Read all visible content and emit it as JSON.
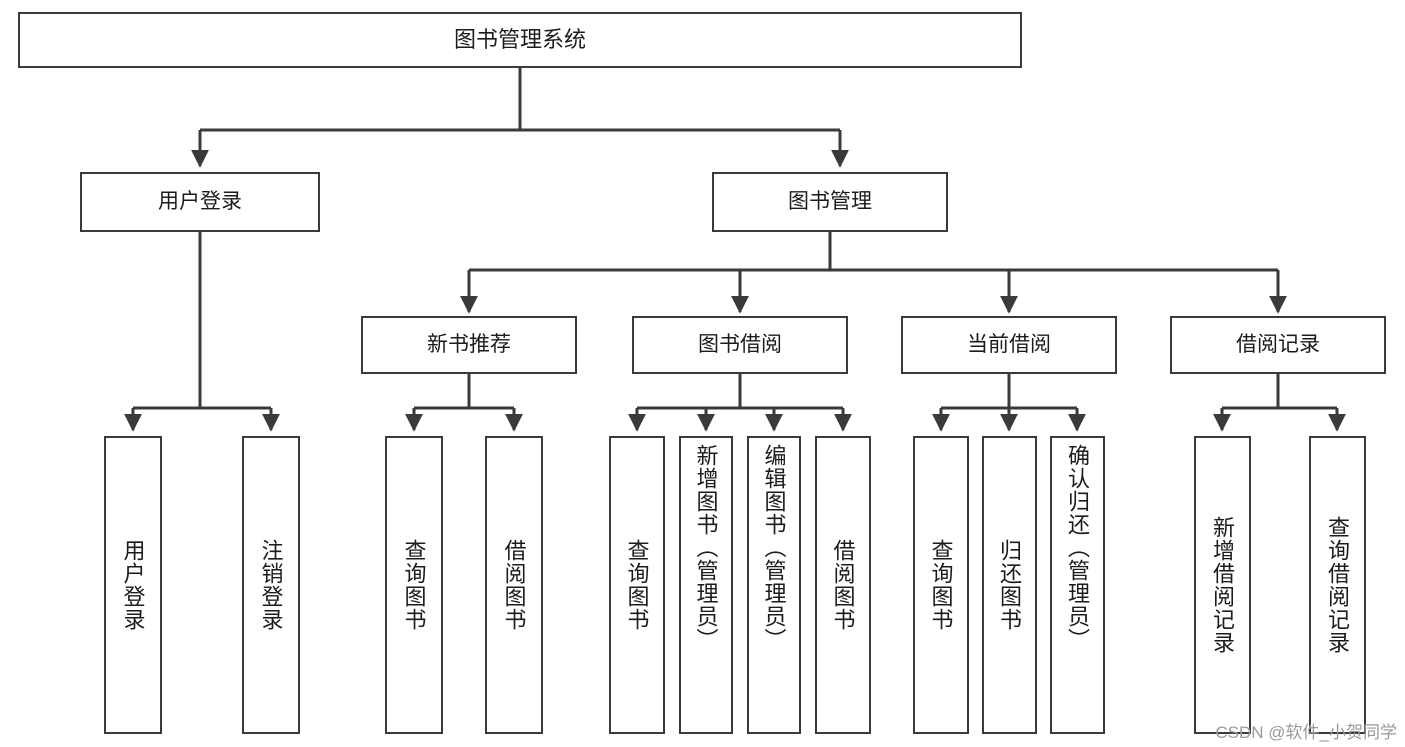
{
  "diagram": {
    "type": "tree-hierarchy",
    "title": "图书管理系统",
    "orientation": "top-down",
    "colors": {
      "background": "#ffffff",
      "box_fill": "#ffffff",
      "box_stroke": "#3a3a3a",
      "connector": "#3a3a3a",
      "text": "#1c1c1c",
      "watermark": "#9a9a9a"
    },
    "nodes": {
      "root": {
        "label": "图书管理系统"
      },
      "level2": [
        {
          "id": "user-login",
          "label": "用户登录"
        },
        {
          "id": "book-manage",
          "label": "图书管理"
        }
      ],
      "level3": [
        {
          "id": "new-book-recommend",
          "label": "新书推荐"
        },
        {
          "id": "book-borrow",
          "label": "图书借阅"
        },
        {
          "id": "current-borrow",
          "label": "当前借阅"
        },
        {
          "id": "borrow-record",
          "label": "借阅记录"
        }
      ],
      "leaves": {
        "user-login": [
          {
            "id": "leaf-user-login",
            "label": "用户登录"
          },
          {
            "id": "leaf-logout-login",
            "label": "注销登录"
          }
        ],
        "new-book-recommend": [
          {
            "id": "leaf-query-book-1",
            "label": "查询图书"
          },
          {
            "id": "leaf-borrow-book-1",
            "label": "借阅图书"
          }
        ],
        "book-borrow": [
          {
            "id": "leaf-query-book-2",
            "label": "查询图书"
          },
          {
            "id": "leaf-add-book",
            "label": "新增图书（管理员）"
          },
          {
            "id": "leaf-edit-book",
            "label": "编辑图书（管理员）"
          },
          {
            "id": "leaf-borrow-book-2",
            "label": "借阅图书"
          }
        ],
        "current-borrow": [
          {
            "id": "leaf-query-book-3",
            "label": "查询图书"
          },
          {
            "id": "leaf-return-book",
            "label": "归还图书"
          },
          {
            "id": "leaf-confirm-return",
            "label": "确认归还（管理员）"
          }
        ],
        "borrow-record": [
          {
            "id": "leaf-add-borrow-record",
            "label": "新增借阅记录"
          },
          {
            "id": "leaf-query-borrow-record",
            "label": "查询借阅记录"
          }
        ]
      }
    },
    "watermark": "CSDN @软件_小贺同学"
  }
}
